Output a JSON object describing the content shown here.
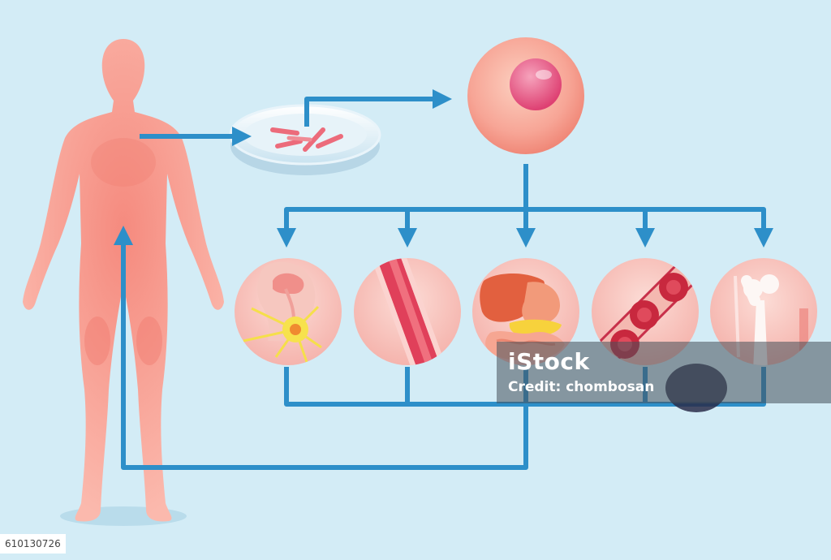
{
  "colors": {
    "background": "#d3ecf6",
    "arrow": "#2d8fc9",
    "skin": "#f7a99c",
    "cell": "#f59a90",
    "nucleus": "#e6507a",
    "tissue_circle": "#f7c3bd"
  },
  "diagram": {
    "nodes": [
      {
        "id": "human-body",
        "icon": "human-body-icon"
      },
      {
        "id": "petri-dish",
        "icon": "petri-dish-icon"
      },
      {
        "id": "stem-cell",
        "icon": "stem-cell-icon"
      },
      {
        "id": "nerve-tissue",
        "icon": "brain-neuron-icon"
      },
      {
        "id": "muscle-tissue",
        "icon": "muscle-fiber-icon"
      },
      {
        "id": "organ-tissue",
        "icon": "digestive-organs-icon"
      },
      {
        "id": "blood-tissue",
        "icon": "blood-vessel-icon"
      },
      {
        "id": "bone-tissue",
        "icon": "bone-icon"
      }
    ],
    "edges": [
      {
        "from": "human-body",
        "to": "petri-dish"
      },
      {
        "from": "petri-dish",
        "to": "stem-cell"
      },
      {
        "from": "stem-cell",
        "to": "nerve-tissue"
      },
      {
        "from": "stem-cell",
        "to": "muscle-tissue"
      },
      {
        "from": "stem-cell",
        "to": "organ-tissue"
      },
      {
        "from": "stem-cell",
        "to": "blood-tissue"
      },
      {
        "from": "stem-cell",
        "to": "bone-tissue"
      },
      {
        "from": "tissues",
        "to": "human-body"
      }
    ]
  },
  "watermark": {
    "logo": "iStock",
    "credit": "Credit: chombosan"
  },
  "image_id": "610130726"
}
